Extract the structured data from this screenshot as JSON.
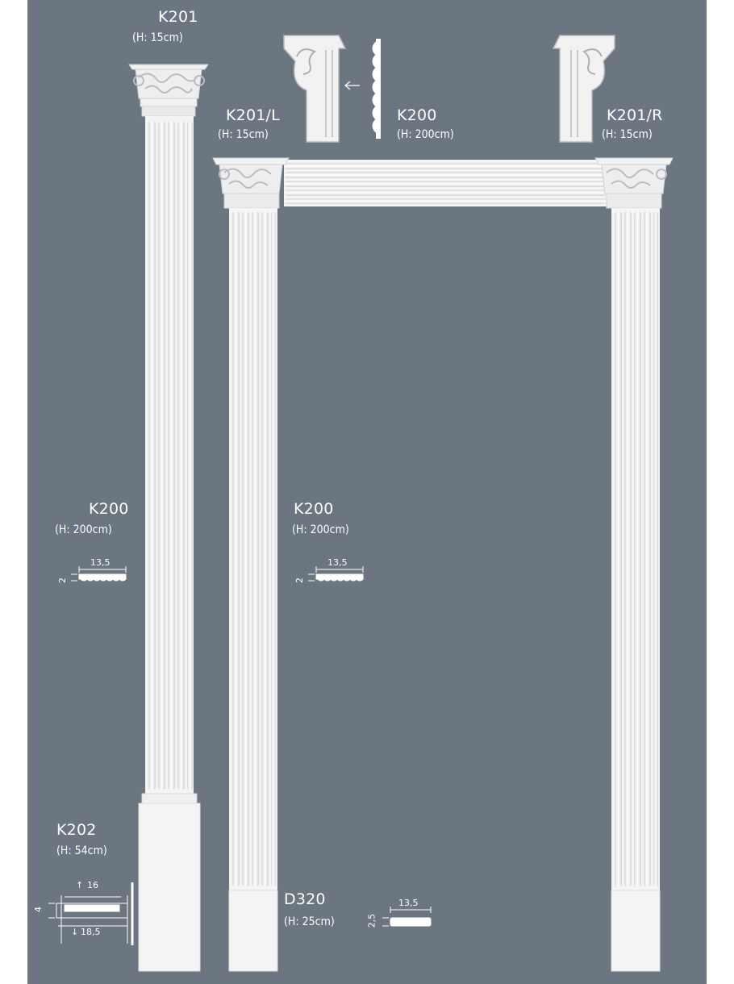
{
  "labels": {
    "k201_top": {
      "code": "K201",
      "height": "(H: 15cm)"
    },
    "k201_left": {
      "code": "K201/L",
      "height": "(H: 15cm)"
    },
    "k200_top": {
      "code": "K200",
      "height": "(H: 200cm)"
    },
    "k201_right": {
      "code": "K201/R",
      "height": "(H: 15cm)"
    },
    "k200_left": {
      "code": "K200",
      "height": "(H: 200cm)"
    },
    "k200_middle": {
      "code": "K200",
      "height": "(H: 200cm)"
    },
    "k202": {
      "code": "K202",
      "height": "(H: 54cm)"
    },
    "d320": {
      "code": "D320",
      "height": "(H: 25cm)"
    }
  },
  "dimensions": {
    "k200_profile_left": {
      "width": "13,5",
      "depth": "2"
    },
    "k200_profile_middle": {
      "width": "13,5",
      "depth": "2"
    },
    "k202_profile": {
      "top_width": "16",
      "bottom_width": "18,5",
      "depth": "4"
    },
    "d320_profile": {
      "width": "13,5",
      "depth": "2,5"
    }
  },
  "colors": {
    "background": "#6b7680",
    "molding": "#f4f4f4",
    "shadow": "#c9ccd0"
  }
}
